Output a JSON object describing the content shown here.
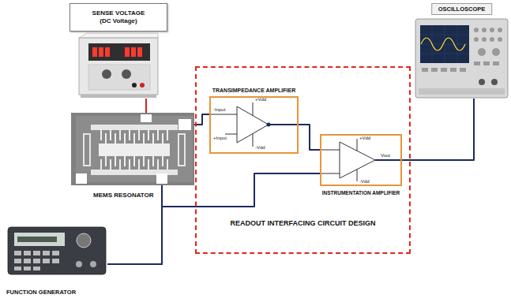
{
  "diagram": {
    "nodes": [
      {
        "text": [
          "SENSE VOLTAGE (DC Voltage)"
        ]
      },
      {
        "text": [
          "MEMS RESONATOR"
        ]
      },
      {
        "text": [
          "READOUT INTERFACING CIRCUIT DESIGN"
        ]
      },
      {
        "text": [
          "TRANSIMPEDANCE AMPLIFIER"
        ],
        "in": 2
      },
      {
        "text": [
          "INSTRUMENTATION AMPLIFIER"
        ],
        "in": 2
      },
      {
        "text": [
          "OSCILLOSCOPE"
        ]
      },
      {
        "text": [
          "FUNCTION GENERATOR"
        ]
      }
    ],
    "edges": [
      {
        "from": 0,
        "to": 1,
        "arrow": "none"
      },
      {
        "from": 1,
        "to": 3,
        "arrow": "none"
      },
      {
        "from": 3,
        "to": 4,
        "arrow": "none"
      },
      {
        "from": 6,
        "to": 1,
        "arrow": "none"
      },
      {
        "from": 6,
        "to": 4,
        "arrow": "none"
      },
      {
        "from": 4,
        "to": 5,
        "arrow": "none"
      }
    ],
    "labels": [
      "+Vdd",
      "-Input",
      "+Input",
      "-Vdd",
      "+Vdd",
      "-Vdd",
      "Vout"
    ]
  }
}
